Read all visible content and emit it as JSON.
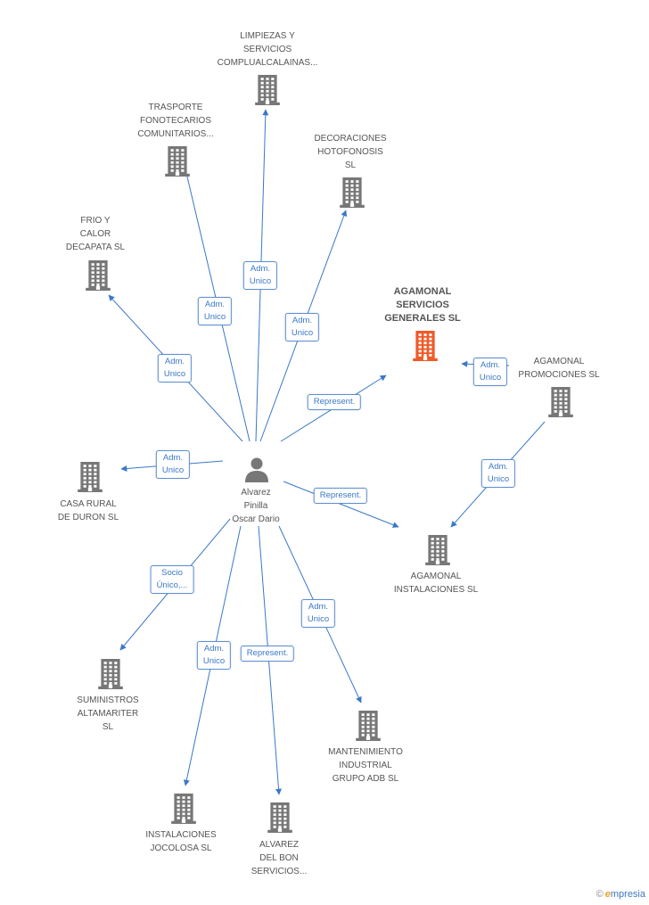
{
  "center": {
    "label": [
      "Alvarez",
      "Pinilla",
      "Oscar Dario"
    ]
  },
  "nodes": [
    {
      "id": "limpiezas",
      "label": [
        "LIMPIEZAS Y",
        "SERVICIOS",
        "COMPLUALCALAINAS..."
      ],
      "color": "#777777",
      "main": false
    },
    {
      "id": "trasporte",
      "label": [
        "TRASPORTE",
        "FONOTECARIOS",
        "COMUNITARIOS..."
      ],
      "color": "#777777",
      "main": false
    },
    {
      "id": "decoraciones",
      "label": [
        "DECORACIONES",
        "HOTOFONOSIS",
        "SL"
      ],
      "color": "#777777",
      "main": false
    },
    {
      "id": "frio",
      "label": [
        "FRIO Y",
        "CALOR",
        "DECAPATA SL"
      ],
      "color": "#777777",
      "main": false
    },
    {
      "id": "agamonal-servicios",
      "label": [
        "AGAMONAL",
        "SERVICIOS",
        "GENERALES SL"
      ],
      "color": "#f05a28",
      "main": true
    },
    {
      "id": "agamonal-promociones",
      "label": [
        "AGAMONAL",
        "PROMOCIONES SL"
      ],
      "color": "#777777",
      "main": false
    },
    {
      "id": "casa-rural",
      "label": [
        "CASA RURAL",
        "DE DURON SL"
      ],
      "color": "#777777",
      "main": false
    },
    {
      "id": "agamonal-instalaciones",
      "label": [
        "AGAMONAL",
        "INSTALACIONES SL"
      ],
      "color": "#777777",
      "main": false
    },
    {
      "id": "suministros",
      "label": [
        "SUMINISTROS",
        "ALTAMARITER",
        "SL"
      ],
      "color": "#777777",
      "main": false
    },
    {
      "id": "mantenimiento",
      "label": [
        "MANTENIMIENTO",
        "INDUSTRIAL",
        "GRUPO ADB SL"
      ],
      "color": "#777777",
      "main": false
    },
    {
      "id": "instalaciones-jocolosa",
      "label": [
        "INSTALACIONES",
        "JOCOLOSA SL"
      ],
      "color": "#777777",
      "main": false
    },
    {
      "id": "alvarez-del-bon",
      "label": [
        "ALVAREZ",
        "DEL BON",
        "SERVICIOS..."
      ],
      "color": "#777777",
      "main": false
    }
  ],
  "relations": [
    {
      "to": "limpiezas",
      "label": [
        "Adm.",
        "Unico"
      ]
    },
    {
      "to": "trasporte",
      "label": [
        "Adm.",
        "Unico"
      ]
    },
    {
      "to": "decoraciones",
      "label": [
        "Adm.",
        "Unico"
      ]
    },
    {
      "to": "frio",
      "label": [
        "Adm.",
        "Unico"
      ]
    },
    {
      "to": "agamonal-servicios",
      "label": [
        "Represent."
      ]
    },
    {
      "from": "agamonal-promociones",
      "to": "agamonal-servicios",
      "label": [
        "Adm.",
        "Unico"
      ]
    },
    {
      "to": "casa-rural",
      "label": [
        "Adm.",
        "Unico"
      ]
    },
    {
      "to": "agamonal-instalaciones",
      "label": [
        "Represent."
      ]
    },
    {
      "from": "agamonal-promociones",
      "to": "agamonal-instalaciones",
      "label": [
        "Adm.",
        "Unico"
      ]
    },
    {
      "to": "suministros",
      "label": [
        "Socio",
        "Único,..."
      ]
    },
    {
      "to": "mantenimiento",
      "label": [
        "Adm.",
        "Unico"
      ]
    },
    {
      "to": "instalaciones-jocolosa",
      "label": [
        "Adm.",
        "Unico"
      ]
    },
    {
      "to": "alvarez-del-bon",
      "label": [
        "Represent."
      ]
    }
  ],
  "colors": {
    "edge": "#3a78c8",
    "building": "#777777",
    "highlight": "#f05a28"
  },
  "footer": {
    "copyright": "©",
    "brand_initial": "e",
    "brand_rest": "mpresia"
  }
}
